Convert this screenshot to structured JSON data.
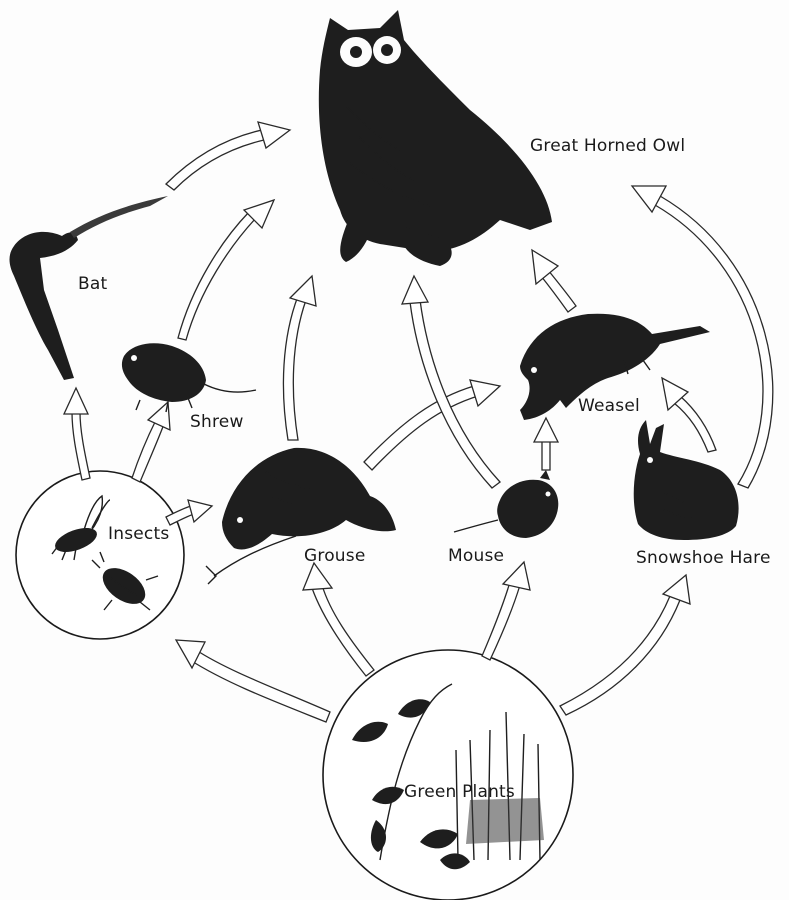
{
  "labels": {
    "owl": "Great Horned Owl",
    "bat": "Bat",
    "shrew": "Shrew",
    "weasel": "Weasel",
    "insects": "Insects",
    "grouse": "Grouse",
    "mouse": "Mouse",
    "hare": "Snowshoe Hare",
    "plants": "Green Plants"
  },
  "colors": {
    "ink": "#1e1e1e",
    "background": "#fdfdfd"
  }
}
